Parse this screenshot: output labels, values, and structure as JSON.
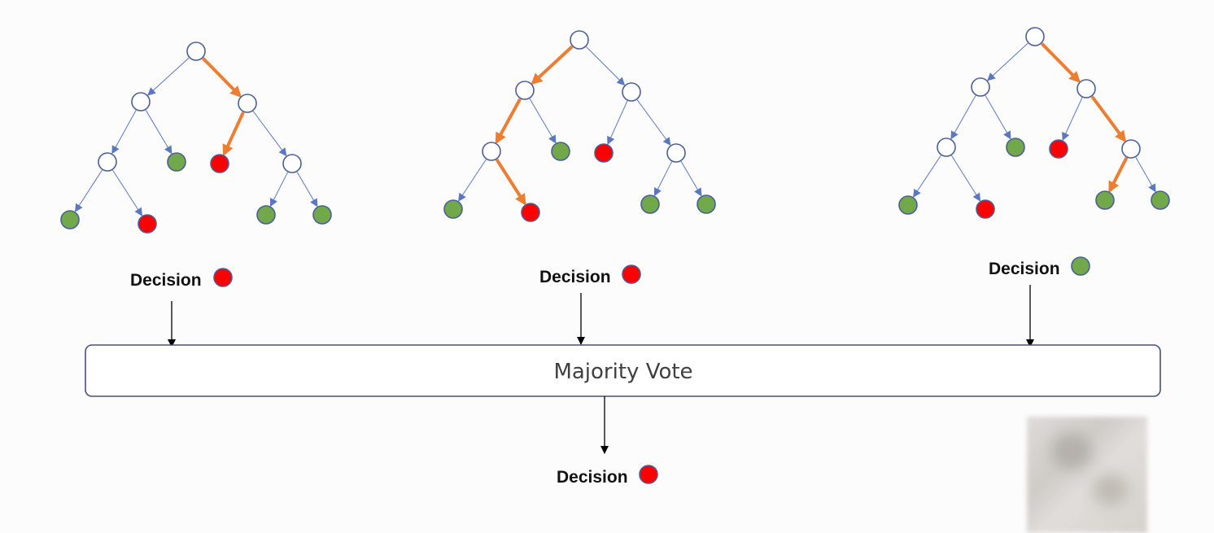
{
  "colors": {
    "node_outline": "#4a5f9a",
    "node_empty": "#ffffff",
    "leaf_green": "#70a84a",
    "leaf_red": "#ff0000",
    "edge_blue": "#5a78c2",
    "path_orange": "#ed7d31",
    "box_border": "#46507a",
    "arrow_black": "#000000"
  },
  "trees": [
    {
      "name": "tree-1",
      "nodes": {
        "root": "empty",
        "L": "empty",
        "R": "empty",
        "LL": "empty",
        "LR": "green",
        "RL": "red",
        "RR": "empty",
        "LLL": "green",
        "LLR": "red",
        "RRL": "green",
        "RRR": "green"
      },
      "path": [
        "root-R",
        "R-RL"
      ],
      "decision": {
        "label": "Decision",
        "color": "red"
      }
    },
    {
      "name": "tree-2",
      "nodes": {
        "root": "empty",
        "L": "empty",
        "R": "empty",
        "LL": "empty",
        "LR": "green",
        "RL": "red",
        "RR": "empty",
        "LLL": "green",
        "LLR": "red",
        "RRL": "green",
        "RRR": "green"
      },
      "path": [
        "root-L",
        "L-LL",
        "LL-LLR"
      ],
      "decision": {
        "label": "Decision",
        "color": "red"
      }
    },
    {
      "name": "tree-3",
      "nodes": {
        "root": "empty",
        "L": "empty",
        "R": "empty",
        "LL": "empty",
        "LR": "green",
        "RL": "red",
        "RR": "empty",
        "LLL": "green",
        "LLR": "red",
        "RRL": "green",
        "RRR": "green"
      },
      "path": [
        "root-R",
        "R-RR",
        "RR-RRL"
      ],
      "decision": {
        "label": "Decision",
        "color": "green"
      }
    }
  ],
  "aggregator": {
    "label": "Majority Vote"
  },
  "final_decision": {
    "label": "Decision",
    "color": "red"
  }
}
